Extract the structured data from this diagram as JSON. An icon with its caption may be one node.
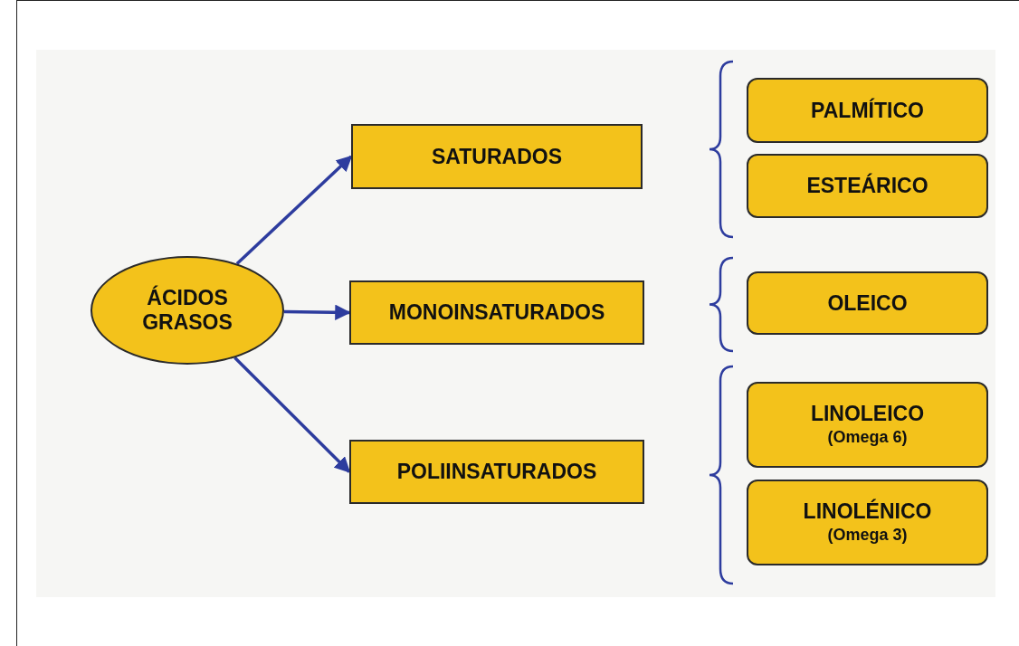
{
  "diagram": {
    "nodes": [
      {
        "text": [
          "ÁCIDOS GRASOS"
        ]
      },
      {
        "text": [
          "SATURADOS"
        ]
      },
      {
        "text": [
          "MONOINSATURADOS"
        ]
      },
      {
        "text": [
          "POLIINSATURADOS"
        ]
      },
      {
        "text": [
          "PALMÍTICO"
        ]
      },
      {
        "text": [
          "ESTEÁRICO"
        ]
      },
      {
        "text": [
          "OLEICO"
        ]
      },
      {
        "text": [
          "LINOLEICO",
          "(Omega 6)"
        ]
      },
      {
        "text": [
          "LINOLÉNICO",
          "(Omega 3)"
        ]
      }
    ],
    "edges": [
      {
        "from": 0,
        "to": 1,
        "arrow": "to"
      },
      {
        "from": 0,
        "to": 2,
        "arrow": "to"
      },
      {
        "from": 0,
        "to": 3,
        "arrow": "to"
      }
    ]
  }
}
